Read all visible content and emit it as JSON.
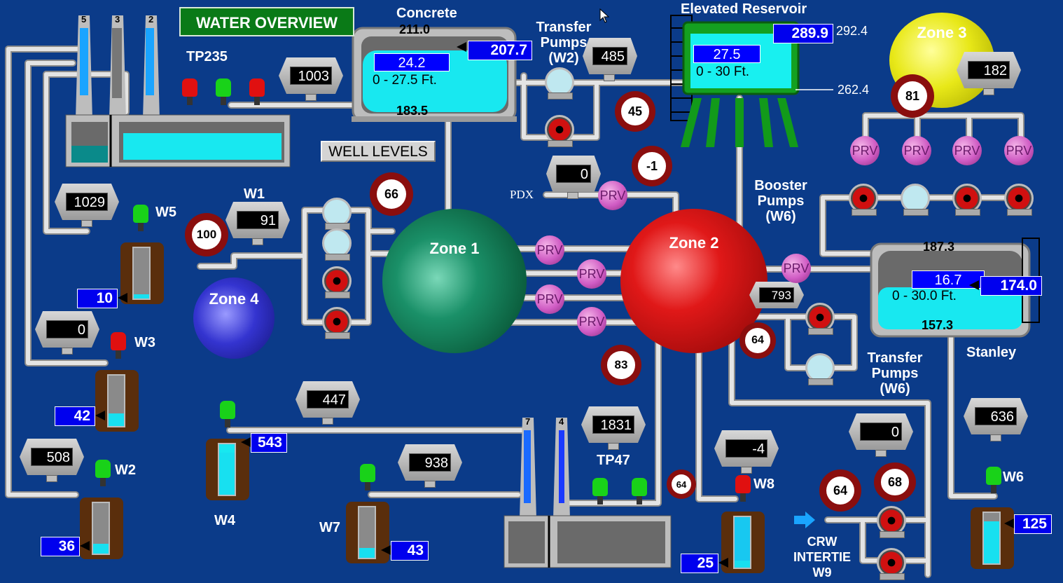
{
  "title_button": "WATER OVERVIEW",
  "well_levels_button": "WELL LEVELS",
  "labels": {
    "tp235": "TP235",
    "concrete": "Concrete",
    "transfer_w2": [
      "Transfer",
      "Pumps",
      "(W2)"
    ],
    "elevated_reservoir": "Elevated Reservoir",
    "zone3": "Zone 3",
    "zone1": "Zone 1",
    "zone2": "Zone 2",
    "zone4": "Zone 4",
    "w1": "W1",
    "w2": "W2",
    "w3": "W3",
    "w4": "W4",
    "w5": "W5",
    "w6": "W6",
    "w7": "W7",
    "w8": "W8",
    "booster": [
      "Booster",
      "Pumps",
      "(W6)"
    ],
    "transfer_w6": [
      "Transfer",
      "Pumps",
      "(W6)"
    ],
    "stanley": "Stanley",
    "tp47": "TP47",
    "crw": [
      "CRW",
      "INTERTIE",
      "W9"
    ],
    "pdx": "PDX",
    "prv": "PRV"
  },
  "filter_numbers_tp235": [
    "5",
    "3",
    "2"
  ],
  "filter_numbers_tp47": [
    "7",
    "4"
  ],
  "concrete_tank": {
    "top": "211.0",
    "bottom": "183.5",
    "level": "24.2",
    "range": "0 - 27.5 Ft.",
    "elevation": "207.7"
  },
  "elevated_tank": {
    "level": "27.5",
    "range": "0 - 30 Ft.",
    "elevation": "289.9",
    "top": "292.4",
    "bottom": "262.4"
  },
  "stanley_tank": {
    "top": "187.3",
    "bottom": "157.3",
    "level": "16.7",
    "range": "0 - 30.0 Ft.",
    "elevation": "174.0"
  },
  "flow_meters": {
    "tp235": "1003",
    "w2_transfer": "485",
    "zone3": "182",
    "pdx": "0",
    "w5": "1029",
    "w1": "91",
    "w3": "0",
    "w2": "508",
    "w4": "447",
    "w7": "938",
    "tp47": "1831",
    "zone2_out": "793",
    "w8": "-4",
    "crw": "0",
    "w6": "636"
  },
  "pressure_gauges": {
    "transfer_w2": "45",
    "pdx": "-1",
    "zone3": "81",
    "zone4": "100",
    "zone1": "66",
    "zone2_left": "83",
    "zone2_right": "64",
    "w8": "64",
    "crw": "64",
    "crw_pumps": "68"
  },
  "well_levels": {
    "w5": "10",
    "w3": "42",
    "w2": "36",
    "w4": "543",
    "w7": "43",
    "w8": "25",
    "w6": "125"
  },
  "colors": {
    "background": "#0b3b89",
    "pipe": "#e4e4e4",
    "valve_on": "#19d219",
    "valve_off": "#e01010",
    "water": "#18e8f0"
  }
}
